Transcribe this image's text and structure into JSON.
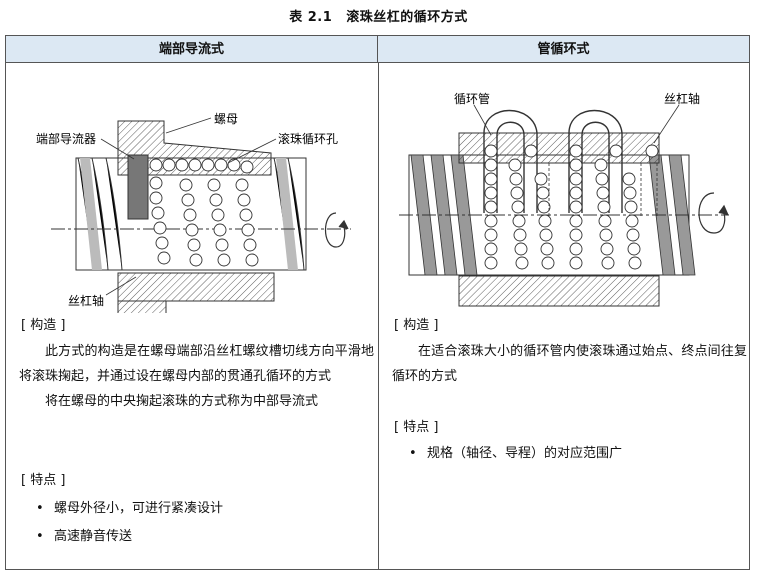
{
  "title": {
    "number": "表 2.1",
    "text": "滚珠丝杠的循环方式"
  },
  "left": {
    "header": "端部导流式",
    "labels": {
      "nut": "螺母",
      "deflector": "端部导流器",
      "return_hole": "滚珠循环孔",
      "shaft": "丝杠轴"
    },
    "structure_heading": "[ 构造 ]",
    "structure_paragraphs": [
      "此方式的构造是在螺母端部沿丝杠螺纹槽切线方向平滑地将滚珠掬起，并通过设在螺母内部的贯通孔循环的方式",
      "将在螺母的中央掬起滚珠的方式称为中部导流式"
    ],
    "features_heading": "[ 特点 ]",
    "features": [
      "螺母外径小，可进行紧凑设计",
      "高速静音传送"
    ]
  },
  "right": {
    "header": "管循环式",
    "labels": {
      "tube": "循环管",
      "shaft": "丝杠轴"
    },
    "structure_heading": "[ 构造 ]",
    "structure_paragraphs": [
      "在适合滚珠大小的循环管内使滚珠通过始点、终点间往复循环的方式"
    ],
    "features_heading": "[ 特点 ]",
    "features": [
      "规格（轴径、导程）的对应范围广"
    ]
  }
}
